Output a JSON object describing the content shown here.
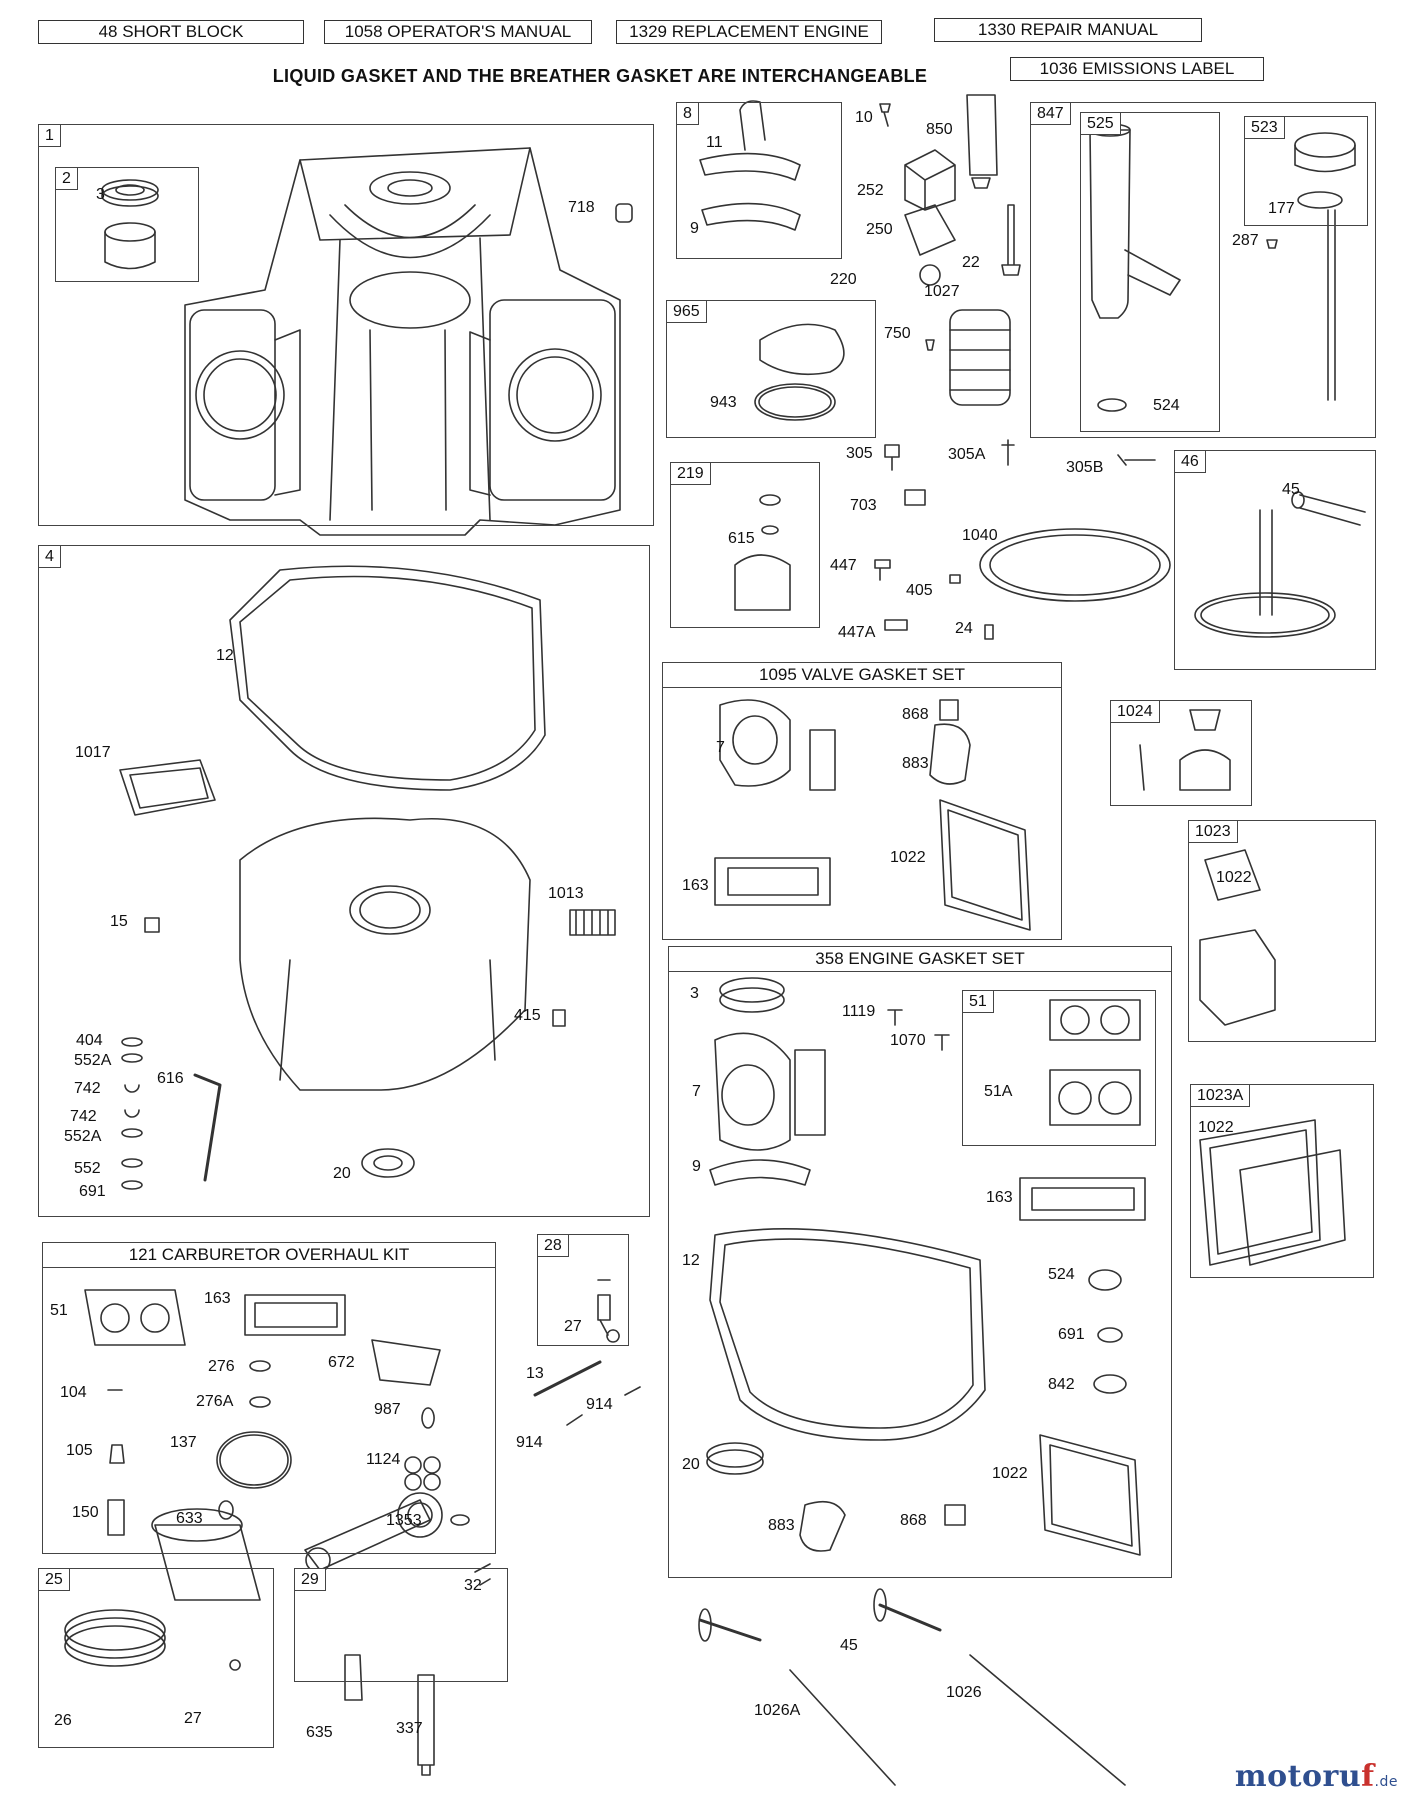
{
  "header": {
    "b48": "48 SHORT BLOCK",
    "b1058": "1058 OPERATOR'S MANUAL",
    "b1329": "1329 REPLACEMENT ENGINE",
    "b1330": "1330 REPAIR MANUAL",
    "b1036": "1036 EMISSIONS LABEL",
    "note": "LIQUID GASKET AND THE BREATHER GASKET ARE INTERCHANGEABLE"
  },
  "kits": {
    "valve_gasket_set": "1095 VALVE GASKET SET",
    "engine_gasket_set": "358 ENGINE GASKET SET",
    "carb_overhaul_kit": "121 CARBURETOR OVERHAUL KIT"
  },
  "groups": {
    "g1": "1",
    "g2": "2",
    "g4": "4",
    "g8": "8",
    "g965": "965",
    "g847": "847",
    "g525": "525",
    "g523": "523",
    "g219": "219",
    "g46": "46",
    "g1024": "1024",
    "g1023": "1023",
    "g1023a": "1023A",
    "g51": "51",
    "g28": "28",
    "g25": "25",
    "g29": "29"
  },
  "parts": {
    "p3a": "3",
    "p718": "718",
    "p11": "11",
    "p9a": "9",
    "p10": "10",
    "p850": "850",
    "p252": "252",
    "p250": "250",
    "p22": "22",
    "p220": "220",
    "p1027": "1027",
    "p943": "943",
    "p750": "750",
    "p524a": "524",
    "p177": "177",
    "p287": "287",
    "p305": "305",
    "p305A": "305A",
    "p305B": "305B",
    "p703": "703",
    "p1040": "1040",
    "p447": "447",
    "p405": "405",
    "p447A": "447A",
    "p24": "24",
    "p615": "615",
    "p45a": "45",
    "p12a": "12",
    "p1017": "1017",
    "p1013": "1013",
    "p15": "15",
    "p415": "415",
    "p404": "404",
    "p552Aa": "552A",
    "p742a": "742",
    "p616": "616",
    "p742b": "742",
    "p552Ab": "552A",
    "p552": "552",
    "p691a": "691",
    "p20a": "20",
    "p7a": "7",
    "p868a": "868",
    "p883a": "883",
    "p163a": "163",
    "p1022a": "1022",
    "p1022b": "1022",
    "p1022c": "1022",
    "p3b": "3",
    "p1119": "1119",
    "p1070": "1070",
    "p7b": "7",
    "p51A": "51A",
    "p9b": "9",
    "p163b": "163",
    "p12b": "12",
    "p524b": "524",
    "p691b": "691",
    "p842": "842",
    "p20b": "20",
    "p1022d": "1022",
    "p883b": "883",
    "p868b": "868",
    "p51": "51",
    "p163c": "163",
    "p276": "276",
    "p672": "672",
    "p104": "104",
    "p276A": "276A",
    "p987": "987",
    "p105": "105",
    "p137": "137",
    "p1124": "1124",
    "p150": "150",
    "p633": "633",
    "p1353": "1353",
    "p27a": "27",
    "p13": "13",
    "p914a": "914",
    "p914b": "914",
    "p26": "26",
    "p27b": "27",
    "p32": "32",
    "p635": "635",
    "p337": "337",
    "p45b": "45",
    "p1026A": "1026A",
    "p1026": "1026"
  },
  "watermark": {
    "name_main": "motoru",
    "name_accent": "f",
    "tld": ".de"
  }
}
